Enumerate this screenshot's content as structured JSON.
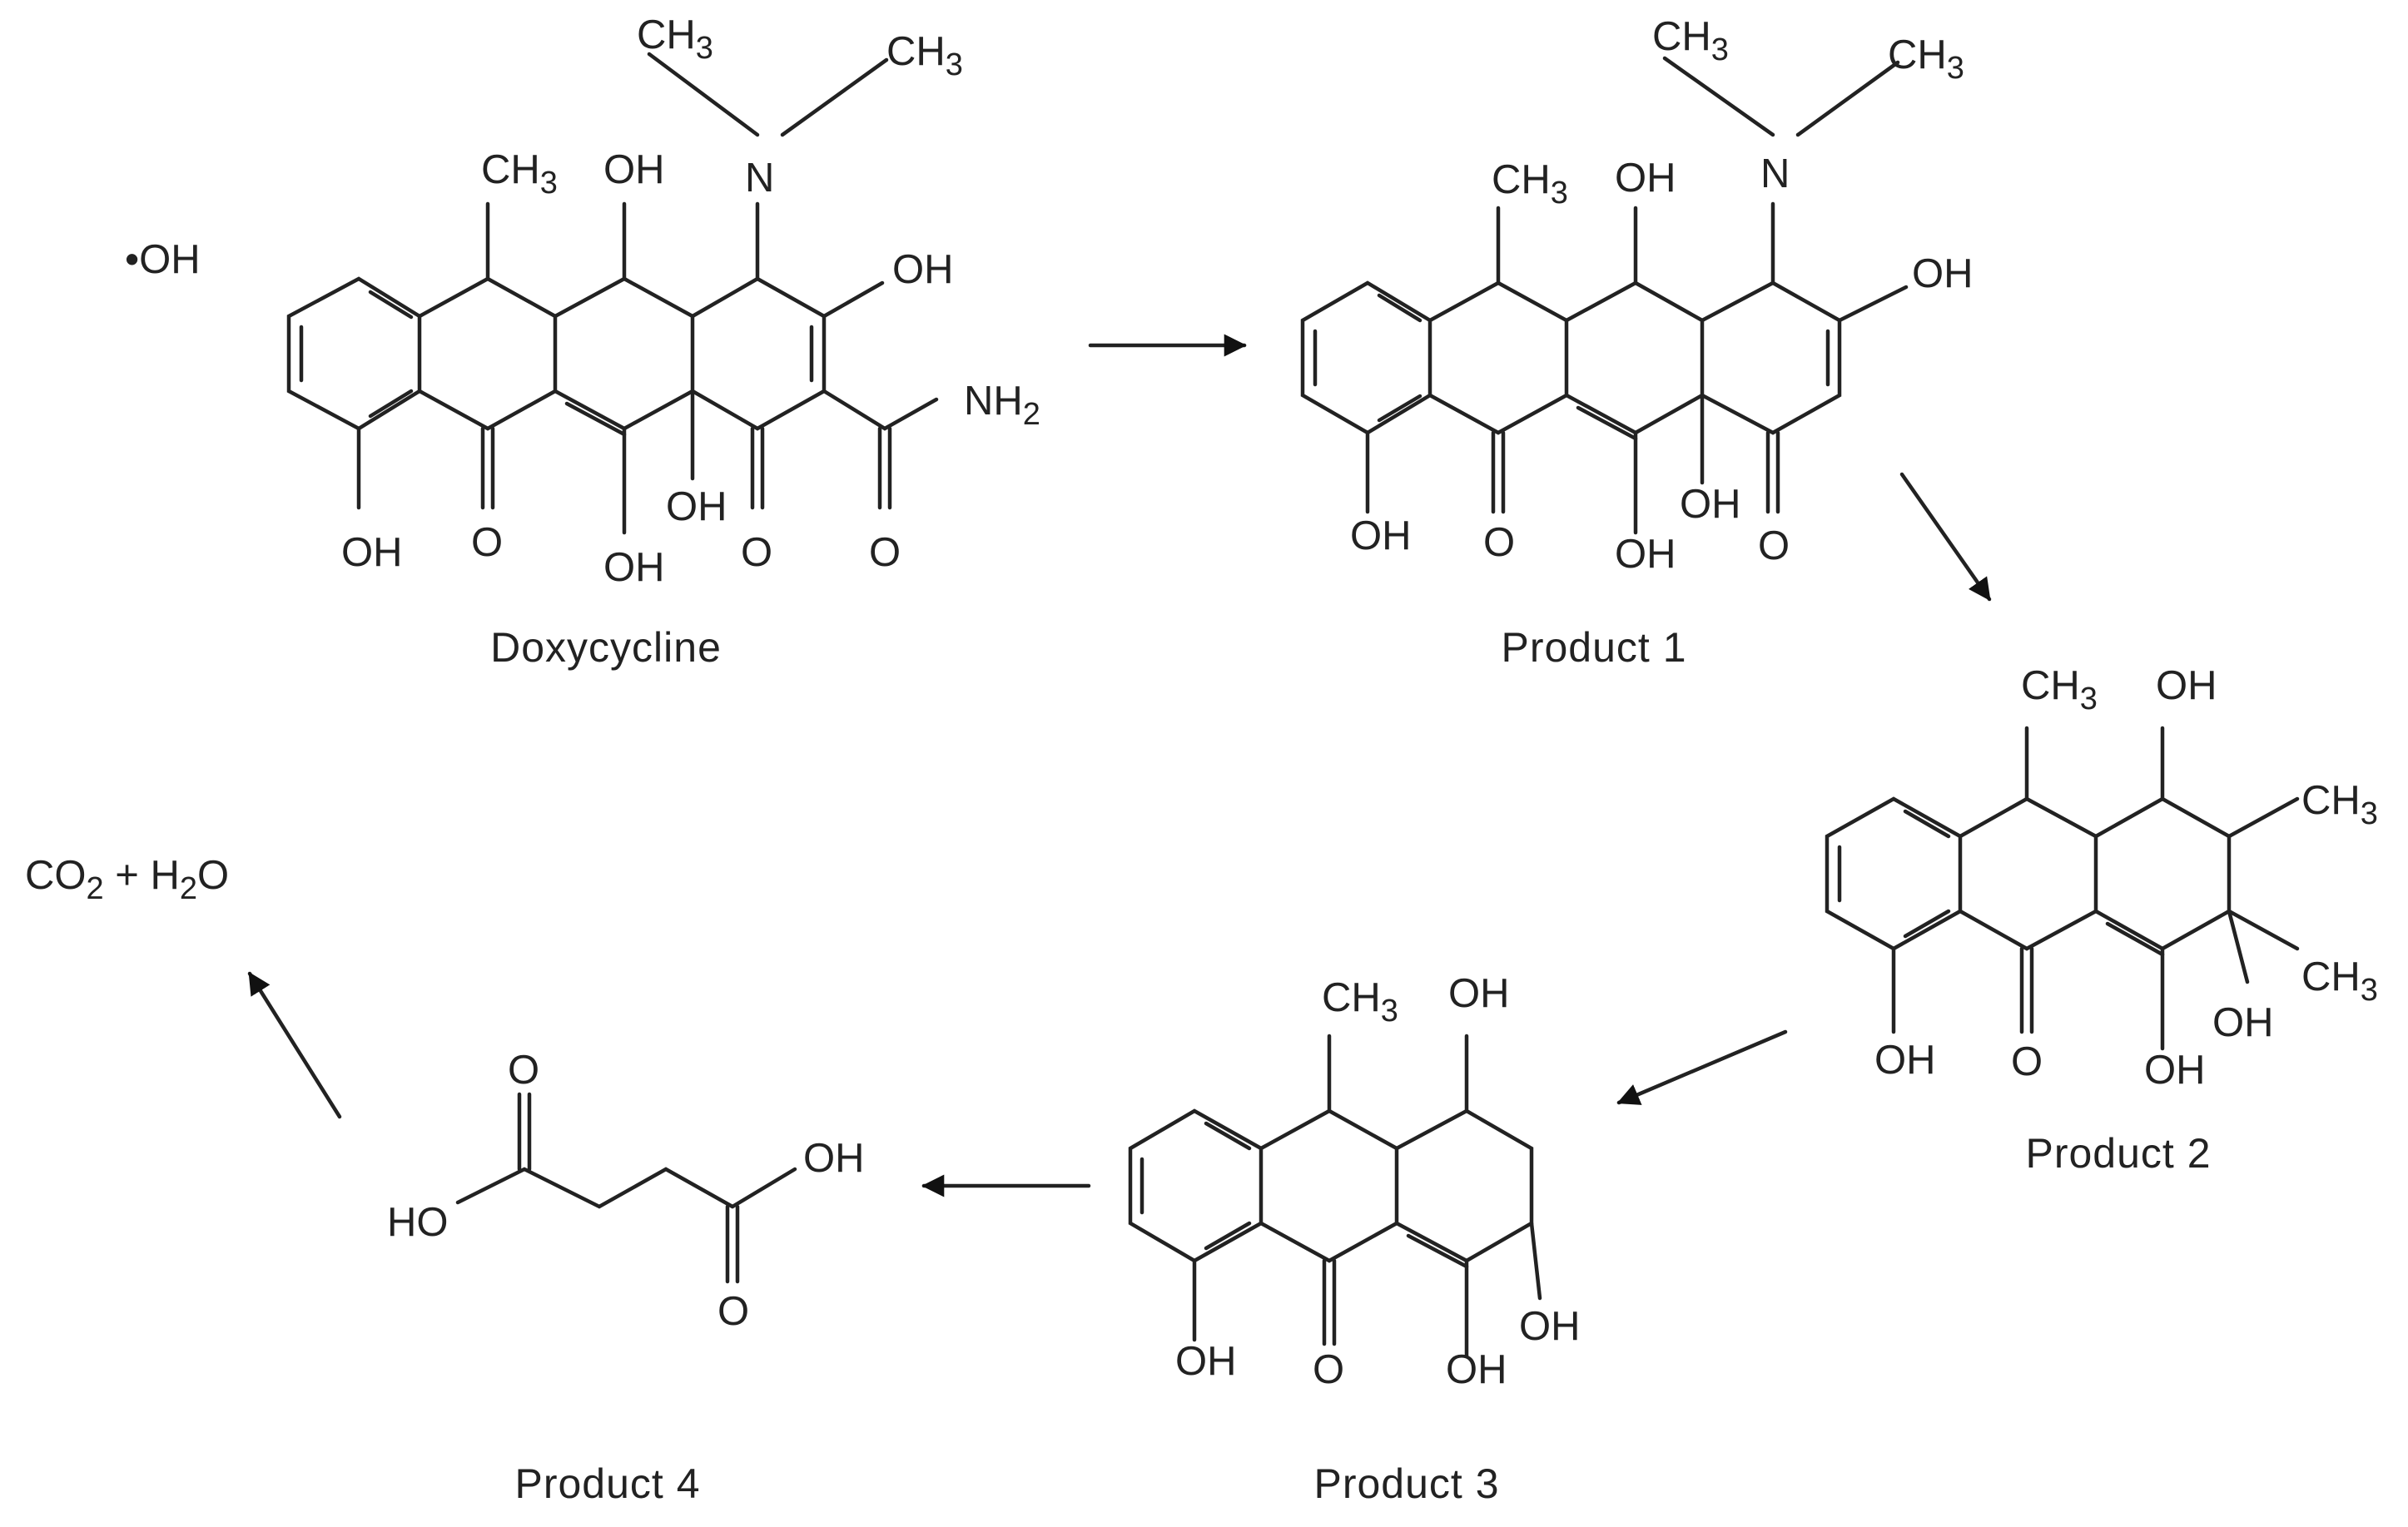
{
  "molecules": {
    "doxycycline": {
      "caption": "Doxycycline",
      "atoms": {
        "ch3_a": "CH",
        "ch3_b": "CH",
        "ch3_c": "CH",
        "sub3": "3",
        "n": "N",
        "oh": "OH",
        "o": "O",
        "nh": "NH",
        "sub2": "2"
      }
    },
    "product1": {
      "caption": "Product 1"
    },
    "product2": {
      "caption": "Product 2"
    },
    "product3": {
      "caption": "Product 3"
    },
    "product4": {
      "caption": "Product 4",
      "ho": "HO"
    }
  },
  "reagents": {
    "radical": "•OH",
    "final": {
      "co": "CO",
      "sub2": "2",
      "plus_h": " + H",
      "o": "O"
    }
  },
  "arrows": [
    {
      "from": "doxycycline",
      "to": "product1"
    },
    {
      "from": "product1",
      "to": "product2"
    },
    {
      "from": "product2",
      "to": "product3"
    },
    {
      "from": "product3",
      "to": "product4"
    },
    {
      "from": "product4",
      "to": "final"
    }
  ]
}
